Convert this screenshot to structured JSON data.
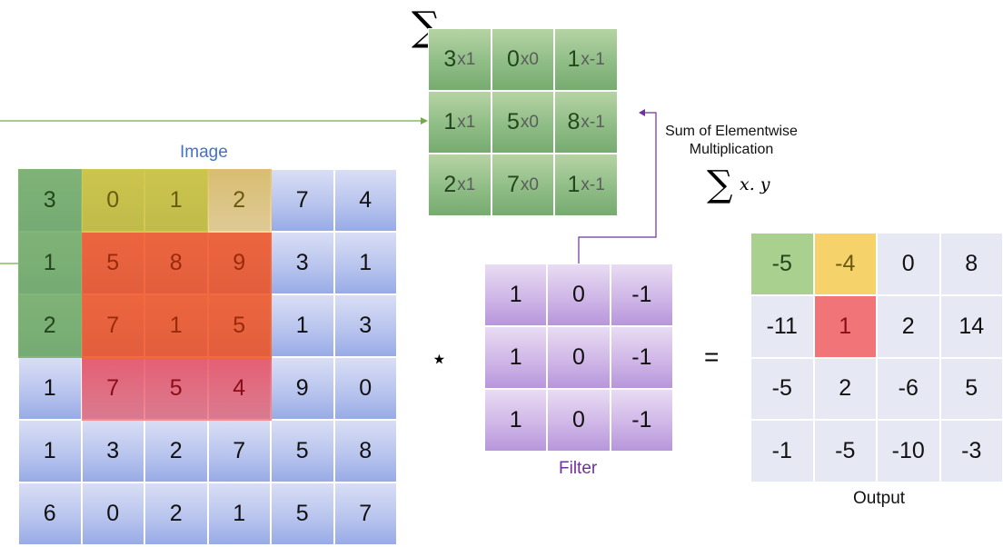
{
  "image": {
    "label": "Image",
    "rows": [
      [
        "3",
        "0",
        "1",
        "2",
        "7",
        "4"
      ],
      [
        "1",
        "5",
        "8",
        "9",
        "3",
        "1"
      ],
      [
        "2",
        "7",
        "1",
        "5",
        "1",
        "3"
      ],
      [
        "1",
        "7",
        "5",
        "4",
        "9",
        "0"
      ],
      [
        "1",
        "3",
        "2",
        "7",
        "5",
        "8"
      ],
      [
        "6",
        "0",
        "2",
        "1",
        "5",
        "7"
      ]
    ]
  },
  "filter": {
    "label": "Filter",
    "rows": [
      [
        "1",
        "0",
        "-1"
      ],
      [
        "1",
        "0",
        "-1"
      ],
      [
        "1",
        "0",
        "-1"
      ]
    ]
  },
  "output": {
    "label": "Output",
    "rows": [
      [
        "-5",
        "-4",
        "0",
        "8"
      ],
      [
        "-11",
        "1",
        "2",
        "14"
      ],
      [
        "-5",
        "2",
        "-6",
        "5"
      ],
      [
        "-1",
        "-5",
        "-10",
        "-3"
      ]
    ]
  },
  "multiplication": {
    "sigma_symbol": "∑",
    "dot": ".",
    "rows": [
      [
        {
          "v": "3",
          "w": "x1"
        },
        {
          "v": "0",
          "w": "x0"
        },
        {
          "v": "1",
          "w": "x-1"
        }
      ],
      [
        {
          "v": "1",
          "w": "x1"
        },
        {
          "v": "5",
          "w": "x0"
        },
        {
          "v": "8",
          "w": "x-1"
        }
      ],
      [
        {
          "v": "2",
          "w": "x1"
        },
        {
          "v": "7",
          "w": "x0"
        },
        {
          "v": "1",
          "w": "x-1"
        }
      ]
    ]
  },
  "operators": {
    "convolve": "⋆",
    "equals": "="
  },
  "annotation": {
    "line1": "Sum of Elementwise",
    "line2": "Multiplication",
    "formula_sigma": "∑",
    "formula_expr": "x. y"
  },
  "colors": {
    "green_window": "#8dbf82",
    "orange_window": "#f05a28",
    "yellow_window": "#d9c23f",
    "red_window": "#e85d6a",
    "arrow_green": "#70ad47",
    "arrow_purple": "#7030a0",
    "image_label": "#4472c4",
    "filter_label": "#7030a0"
  }
}
